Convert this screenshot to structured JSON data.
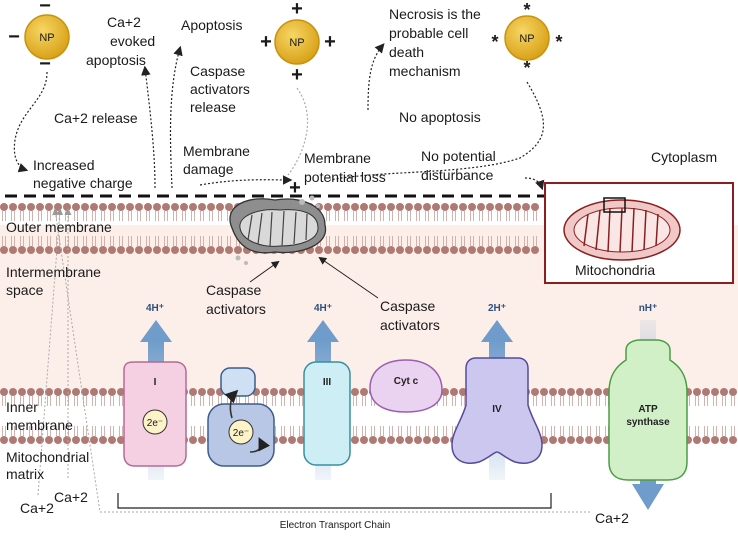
{
  "nanoparticles": [
    {
      "label": "NP",
      "charge_marks": [
        "−",
        "−",
        "−"
      ]
    },
    {
      "label": "NP",
      "charge_marks": [
        "+",
        "+",
        "+",
        "+"
      ]
    },
    {
      "label": "NP",
      "charge_marks": [
        "*",
        "*",
        "*",
        "*"
      ]
    }
  ],
  "annotations": {
    "ca_evoked": [
      "Ca+2",
      "evoked",
      "apoptosis"
    ],
    "apoptosis": "Apoptosis",
    "caspase_release": [
      "Caspase",
      "activators",
      "release"
    ],
    "necrosis": [
      "Necrosis is the",
      "probable cell",
      "death",
      "mechanism"
    ],
    "ca_release": "Ca+2 release",
    "no_apoptosis": "No apoptosis",
    "increased_neg": [
      "Increased",
      "negative charge"
    ],
    "membrane_damage": [
      "Membrane",
      "damage"
    ],
    "potential_loss": [
      "Membrane",
      "potential loss"
    ],
    "no_potential": [
      "No potential",
      "disturbance"
    ],
    "cytoplasm": "Cytoplasm",
    "outer_membrane": "Outer membrane",
    "intermembrane": [
      "Intermembrane",
      "space"
    ],
    "inner_membrane": [
      "Inner",
      "membrane"
    ],
    "matrix": [
      "Mitochondrial",
      "matrix"
    ],
    "caspase_left": [
      "Caspase",
      "activators"
    ],
    "caspase_right": [
      "Caspase",
      "activators"
    ],
    "mitochondria_inset": "Mitochondria",
    "ca_matrix_1": "Ca+2",
    "ca_matrix_2": "Ca+2",
    "ca_matrix_3": "Ca+2",
    "etc_label": "Electron Transport Chain"
  },
  "complexes": {
    "I": "I",
    "III": "III",
    "cyt_c": "Cyt c",
    "IV": "IV",
    "atp": [
      "ATP",
      "synthase"
    ],
    "electron": "2e⁻"
  },
  "proton_pumps": [
    "4H⁺",
    "4H⁺",
    "2H⁺",
    "nH⁺"
  ],
  "colors": {
    "np_fill": "#e8b721",
    "np_stroke": "#b8860b",
    "lipid_head": "#b07a74",
    "intermembrane_bg": "#fcefea",
    "inset_border": "#8b1f1f",
    "complex_I": "#f4d0e2",
    "complex_II": "#b9c7e6",
    "complex_III": "#cdeef5",
    "cyt_c": "#ead3f0",
    "complex_IV": "#ccc7ee",
    "atp_synthase": "#d1f0c8",
    "proton_arrow": "#6f9ccb"
  }
}
